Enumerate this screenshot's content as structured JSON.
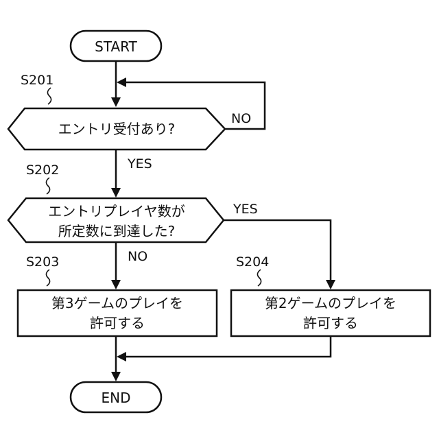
{
  "flowchart": {
    "start": "START",
    "end": "END",
    "steps": {
      "s201": {
        "label": "S201",
        "text": [
          "エントリ受付あり?"
        ],
        "no_label": "NO",
        "yes_label": "YES"
      },
      "s202": {
        "label": "S202",
        "text": [
          "エントリプレイヤ数が",
          "所定数に到達した?"
        ],
        "yes_label": "YES",
        "no_label": "NO"
      },
      "s203": {
        "label": "S203",
        "text": [
          "第3ゲームのプレイを",
          "許可する"
        ]
      },
      "s204": {
        "label": "S204",
        "text": [
          "第2ゲームのプレイを",
          "許可する"
        ]
      }
    }
  }
}
